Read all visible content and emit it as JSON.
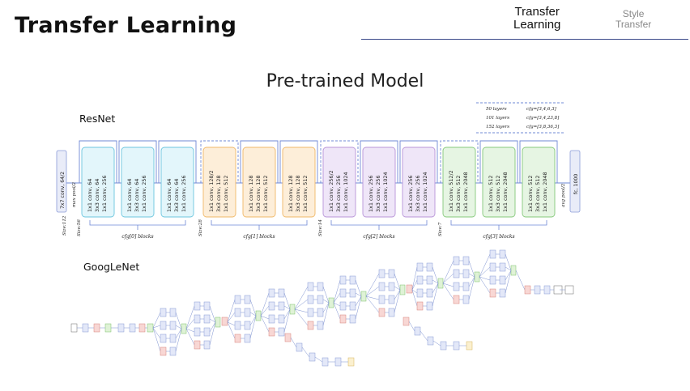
{
  "slide": {
    "title": "Transfer Learning",
    "subtitle": "Pre-trained Model"
  },
  "nav": {
    "tabs": [
      {
        "line1": "Transfer",
        "line2": "Learning",
        "active": true
      },
      {
        "line1": "Style",
        "line2": "Transfer",
        "active": false
      }
    ]
  },
  "resnet": {
    "label": "ResNet",
    "config_table": [
      {
        "depth": "50 layers",
        "cfg": "cfg=[3,4,6,3]"
      },
      {
        "depth": "101 layers",
        "cfg": "cfg=[3,4,23,8]"
      },
      {
        "depth": "152 layers",
        "cfg": "cfg=[3,8,36,3]"
      }
    ],
    "stem": {
      "conv": "7x7 conv, 64/2",
      "pool": "max pool/2",
      "size": "Size:112"
    },
    "stages": [
      {
        "size": "Size:56",
        "blocks_label": "cfg[0] blocks",
        "color": "#e3f6fb",
        "border": "#6cc6df",
        "blocks": [
          [
            "1x1 conv, 64",
            "3x3 conv, 64",
            "1x1 conv, 256"
          ],
          [
            "1x1 conv, 64",
            "3x3 conv, 64",
            "1x1 conv, 256"
          ],
          [
            "1x1 conv, 64",
            "3x3 conv, 64",
            "1x1 conv, 256"
          ]
        ]
      },
      {
        "size": "Size:28",
        "blocks_label": "cfg[1] blocks",
        "color": "#fdeed9",
        "border": "#f0b868",
        "blocks": [
          [
            "1x1 conv, 128/2",
            "3x3 conv, 128",
            "1x1 conv, 512"
          ],
          [
            "1x1 conv, 128",
            "3x3 conv, 128",
            "1x1 conv, 512"
          ],
          [
            "1x1 conv, 128",
            "3x3 conv, 128",
            "1x1 conv, 512"
          ]
        ]
      },
      {
        "size": "Size:14",
        "blocks_label": "cfg[2] blocks",
        "color": "#efe6f8",
        "border": "#b894d8",
        "blocks": [
          [
            "1x1 conv, 256/2",
            "3x3 conv, 256",
            "1x1 conv, 1024"
          ],
          [
            "1x1 conv, 256",
            "3x3 conv, 256",
            "1x1 conv, 1024"
          ],
          [
            "1x1 conv, 256",
            "3x3 conv, 256",
            "1x1 conv, 1024"
          ]
        ]
      },
      {
        "size": "Size:7",
        "blocks_label": "cfg[3] blocks",
        "color": "#e6f5e3",
        "border": "#86c97b",
        "blocks": [
          [
            "1x1 conv, 512/2",
            "3x3 conv, 512",
            "1x1 conv, 2048"
          ],
          [
            "1x1 conv, 512",
            "3x3 conv, 512",
            "1x1 conv, 2048"
          ],
          [
            "1x1 conv, 512",
            "3x3 conv, 512",
            "1x1 conv, 2048"
          ]
        ]
      }
    ],
    "head": {
      "pool": "avg pool/2",
      "fc": "fc, 1000"
    }
  },
  "googlenet": {
    "label": "GoogLeNet"
  }
}
